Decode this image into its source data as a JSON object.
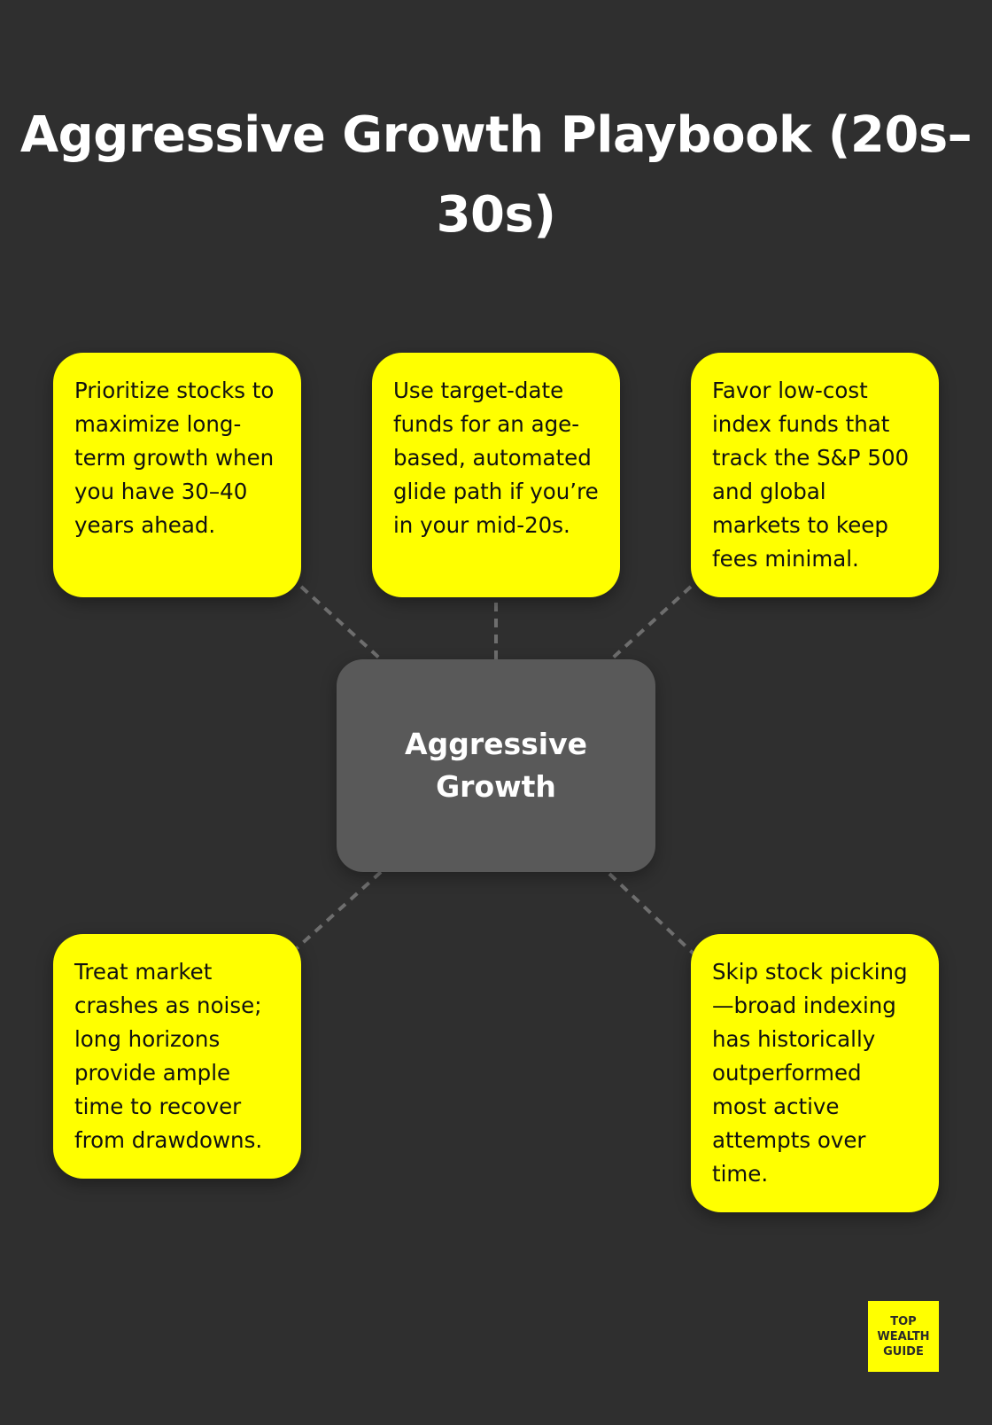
{
  "title": "Aggressive Growth Playbook (20s–30s)",
  "center_node": {
    "label": "Aggressive Growth"
  },
  "tips": [
    {
      "text": "Prioritize stocks to maximize long-term growth when you have 30–40 years ahead."
    },
    {
      "text": "Use target-date funds for an age-based, automated glide path if you’re in your mid-20s."
    },
    {
      "text": "Favor low-cost index funds that track the S&P 500 and global markets to keep fees minimal."
    },
    {
      "text": "Treat market crashes as noise; long horizons provide ample time to recover from drawdowns."
    },
    {
      "text": "Skip stock picking—broad indexing has historically outperformed most active attempts over time."
    }
  ],
  "logo": {
    "line1": "TOP",
    "line2": "WEALTH",
    "line3": "GUIDE"
  },
  "colors": {
    "background": "#2f2f2f",
    "card": "#ffff00",
    "center": "#595959",
    "connector": "#6e6e6e"
  }
}
